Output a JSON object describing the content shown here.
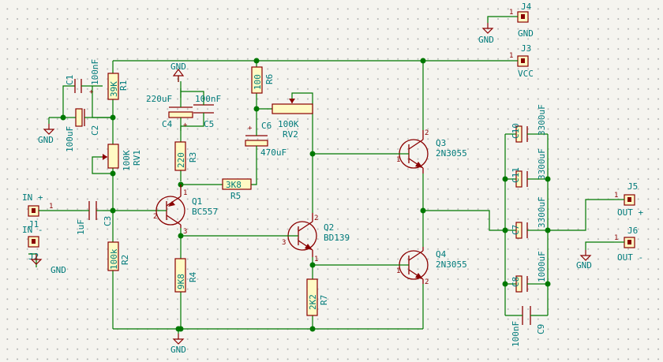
{
  "components": {
    "R1": {
      "ref": "R1",
      "value": "39K"
    },
    "R2": {
      "ref": "R2",
      "value": "100k"
    },
    "R3": {
      "ref": "R3",
      "value": "220"
    },
    "R4": {
      "ref": "R4",
      "value": "9K8"
    },
    "R5": {
      "ref": "R5",
      "value": "3K8"
    },
    "R6": {
      "ref": "R6",
      "value": "100"
    },
    "R7": {
      "ref": "R7",
      "value": "2K2"
    },
    "RV1": {
      "ref": "RV1",
      "value": "100K"
    },
    "RV2": {
      "ref": "RV2",
      "value": "100K"
    },
    "C1": {
      "ref": "C1",
      "value": "100nF"
    },
    "C2": {
      "ref": "C2",
      "value": "100uF"
    },
    "C3": {
      "ref": "C3",
      "value": "1uF"
    },
    "C4": {
      "ref": "C4",
      "value": "220uF"
    },
    "C5": {
      "ref": "C5",
      "value": "100nF"
    },
    "C6": {
      "ref": "C6",
      "value": "470uF"
    },
    "C7": {
      "ref": "C7",
      "value": "3300uF"
    },
    "C8": {
      "ref": "C8",
      "value": "1000uF"
    },
    "C9": {
      "ref": "C9",
      "value": "100nF"
    },
    "C10": {
      "ref": "C10",
      "value": "3300uF"
    },
    "C11": {
      "ref": "C11",
      "value": "3300uF"
    },
    "Q1": {
      "ref": "Q1",
      "value": "BC557"
    },
    "Q2": {
      "ref": "Q2",
      "value": "BD139"
    },
    "Q3": {
      "ref": "Q3",
      "value": "2N3055"
    },
    "Q4": {
      "ref": "Q4",
      "value": "2N3055"
    },
    "J1": {
      "ref": "J1",
      "value": "IN +"
    },
    "J2": {
      "ref": "J2",
      "value": "IN -"
    },
    "J3": {
      "ref": "J3",
      "value": "VCC"
    },
    "J4": {
      "ref": "J4",
      "value": "GND"
    },
    "J5": {
      "ref": "J5",
      "value": "OUT +"
    },
    "J6": {
      "ref": "J6",
      "value": "OUT -"
    }
  },
  "gnd_label": "GND",
  "pin_numbers": {
    "one": "1",
    "two": "2",
    "three": "3"
  },
  "polarity_mark": "+",
  "colors": {
    "wire": "#007800",
    "part": "#8a0000",
    "text": "#007a7a",
    "part_fill": "#fffbc4",
    "background": "#f5f4ef"
  }
}
